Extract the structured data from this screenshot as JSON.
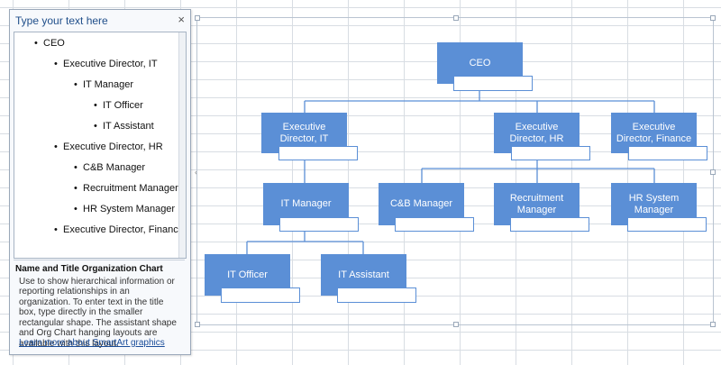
{
  "text_pane": {
    "title": "Type your text here",
    "close": "×",
    "items": [
      {
        "label": "CEO",
        "level": 0
      },
      {
        "label": "Executive Director, IT",
        "level": 1
      },
      {
        "label": "IT Manager",
        "level": 2
      },
      {
        "label": "IT Officer",
        "level": 3
      },
      {
        "label": "IT Assistant",
        "level": 3
      },
      {
        "label": "Executive Director, HR",
        "level": 1
      },
      {
        "label": "C&B Manager",
        "level": 2
      },
      {
        "label": "Recruitment Manager",
        "level": 2
      },
      {
        "label": "HR System Manager",
        "level": 2
      },
      {
        "label": "Executive Director, Finance",
        "level": 1
      }
    ],
    "description_title": "Name and Title Organization Chart",
    "description": "Use to show hierarchical information or reporting relationships in an organization. To enter text in the title box, type directly in the smaller rectangular shape. The assistant shape and Org Chart hanging layouts are available with this layout.",
    "link": "Learn more about SmartArt graphics"
  },
  "org_chart": {
    "box_color": "#5b8fd6",
    "nodes": [
      {
        "id": "ceo",
        "label": "CEO"
      },
      {
        "id": "ed-it",
        "label": "Executive Director, IT"
      },
      {
        "id": "ed-hr",
        "label": "Executive Director, HR"
      },
      {
        "id": "ed-finance",
        "label": "Executive Director, Finance"
      },
      {
        "id": "it-manager",
        "label": "IT Manager"
      },
      {
        "id": "cb-manager",
        "label": "C&B Manager"
      },
      {
        "id": "recruitment-manager",
        "label": "Recruitment Manager"
      },
      {
        "id": "hr-system-manager",
        "label": "HR System Manager"
      },
      {
        "id": "it-officer",
        "label": "IT Officer"
      },
      {
        "id": "it-assistant",
        "label": "IT Assistant"
      }
    ]
  }
}
